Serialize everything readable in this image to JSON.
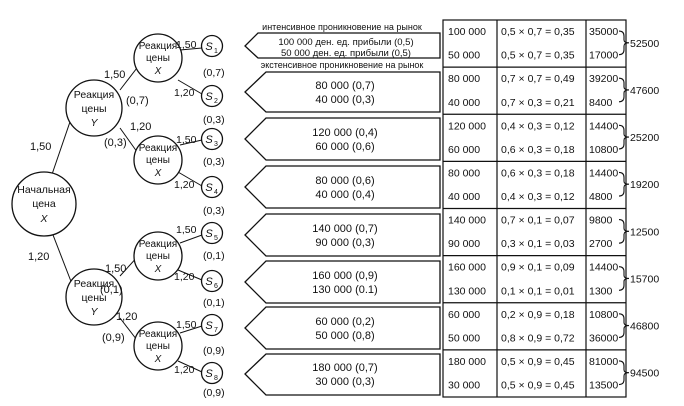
{
  "tree": {
    "root": {
      "line1": "Начальная",
      "line2": "цена",
      "line3": "X"
    },
    "y_nodes": [
      {
        "line1": "Реакция",
        "line2": "цены",
        "line3": "Y"
      },
      {
        "line1": "Реакция",
        "line2": "цены",
        "line3": "Y"
      }
    ],
    "x_nodes": [
      {
        "line1": "Реакция",
        "line2": "цены",
        "line3": "X"
      },
      {
        "line1": "Реакция",
        "line2": "цены",
        "line3": "X"
      },
      {
        "line1": "Реакция",
        "line2": "цены",
        "line3": "X"
      },
      {
        "line1": "Реакция",
        "line2": "цены",
        "line3": "X"
      }
    ],
    "root_edges": [
      "1,50",
      "1,20"
    ],
    "y_edges": [
      {
        "upper": "1,50",
        "upper_prob": "(0,7)",
        "lower": "1,20",
        "lower_prob": "(0,3)"
      },
      {
        "upper": "1,50",
        "upper_prob": "(0,1)",
        "lower": "1,20",
        "lower_prob": "(0,9)"
      }
    ],
    "x_edges": [
      {
        "upper": "1,50",
        "lower": "1,20",
        "upper_prob": "(0,7)",
        "lower_prob": "(0,3)"
      },
      {
        "upper": "1,50",
        "lower": "1,20",
        "upper_prob": "(0,3)",
        "lower_prob": "(0,3)"
      },
      {
        "upper": "1,50",
        "lower": "1,20",
        "upper_prob": "(0,1)",
        "lower_prob": "(0,1)"
      },
      {
        "upper": "1,50",
        "lower": "1,20",
        "upper_prob": "(0,9)",
        "lower_prob": "(0,9)"
      }
    ],
    "states": [
      {
        "s": "S",
        "n": "1"
      },
      {
        "s": "S",
        "n": "2"
      },
      {
        "s": "S",
        "n": "3"
      },
      {
        "s": "S",
        "n": "4"
      },
      {
        "s": "S",
        "n": "5"
      },
      {
        "s": "S",
        "n": "6"
      },
      {
        "s": "S",
        "n": "7"
      },
      {
        "s": "S",
        "n": "8"
      }
    ]
  },
  "outcomes": [
    {
      "header": "интенсивное проникновение на рынок",
      "l1": "100 000 ден. ед. прибыли (0,5)",
      "l2": "50 000 ден. ед. прибыли (0,5)",
      "footer": "экстенсивное проникновение на рынок"
    },
    {
      "l1": "80 000 (0,7)",
      "l2": "40 000 (0,3)"
    },
    {
      "l1": "120 000 (0,4)",
      "l2": "60 000 (0,6)"
    },
    {
      "l1": "80 000 (0,6)",
      "l2": "40 000 (0,4)"
    },
    {
      "l1": "140 000 (0,7)",
      "l2": "90 000 (0,3)"
    },
    {
      "l1": "160 000 (0,9)",
      "l2": "130 000 (0.1)"
    },
    {
      "l1": "60 000 (0,2)",
      "l2": "50 000 (0,8)"
    },
    {
      "l1": "180 000 (0,7)",
      "l2": "30 000 (0,3)"
    }
  ],
  "table": [
    {
      "v": [
        "100 000",
        "50 000"
      ],
      "p": [
        "0,5 × 0,7 = 0,35",
        "0,5 × 0,7 = 0,35"
      ],
      "e": [
        "35000",
        "17000"
      ],
      "sum": "52500"
    },
    {
      "v": [
        "80 000",
        "40 000"
      ],
      "p": [
        "0,7 × 0,7 = 0,49",
        "0,7 × 0,3 = 0,21"
      ],
      "e": [
        "39200",
        "8400"
      ],
      "sum": "47600"
    },
    {
      "v": [
        "120 000",
        "60 000"
      ],
      "p": [
        "0,4 × 0,3 = 0,12",
        "0,6 × 0,3 = 0,18"
      ],
      "e": [
        "14400",
        "10800"
      ],
      "sum": "25200"
    },
    {
      "v": [
        "80 000",
        "40 000"
      ],
      "p": [
        "0,6 × 0,3 = 0,18",
        "0,4 × 0,3 = 0,12"
      ],
      "e": [
        "14400",
        "4800"
      ],
      "sum": "19200"
    },
    {
      "v": [
        "140 000",
        "90 000"
      ],
      "p": [
        "0,7 × 0,1 = 0,07",
        "0,3 × 0,1 = 0,03"
      ],
      "e": [
        "9800",
        "2700"
      ],
      "sum": "12500"
    },
    {
      "v": [
        "160 000",
        "130 000"
      ],
      "p": [
        "0,9 × 0,1 = 0,09",
        "0,1 × 0,1 = 0,01"
      ],
      "e": [
        "14400",
        "1300"
      ],
      "sum": "15700"
    },
    {
      "v": [
        "60 000",
        "50 000"
      ],
      "p": [
        "0,2 × 0,9 = 0,18",
        "0,8 × 0,9 = 0,72"
      ],
      "e": [
        "10800",
        "36000"
      ],
      "sum": "46800"
    },
    {
      "v": [
        "180 000",
        "30 000"
      ],
      "p": [
        "0,5 × 0,9 = 0,45",
        "0,5 × 0,9 = 0,45"
      ],
      "e": [
        "81000",
        "13500"
      ],
      "sum": "94500"
    }
  ]
}
